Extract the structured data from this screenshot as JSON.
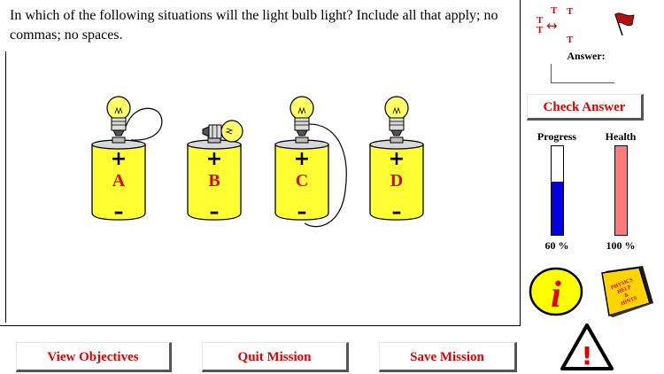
{
  "question": {
    "text": "In which of the following situations will the light bulb light?  Include all that apply; no commas; no spaces."
  },
  "batteries": [
    {
      "label": "A",
      "plus": "+",
      "minus": "–"
    },
    {
      "label": "B",
      "plus": "+",
      "minus": "–"
    },
    {
      "label": "C",
      "plus": "+",
      "minus": "–"
    },
    {
      "label": "D",
      "plus": "+",
      "minus": "–"
    }
  ],
  "answer": {
    "label": "Answer:",
    "value": "",
    "check_label": "Check Answer"
  },
  "meters": {
    "progress": {
      "title": "Progress",
      "value_text": "60 %",
      "fraction": 0.6
    },
    "health": {
      "title": "Health",
      "value_text": "100 %",
      "fraction": 1.0
    }
  },
  "swap_icon": {
    "glyph": "T",
    "arrow": "↔"
  },
  "help_book": {
    "text": [
      "PHYSICS",
      "HELP",
      "&",
      "HINTS"
    ]
  },
  "info_icon": {
    "glyph": "i"
  },
  "warning_icon": {
    "glyph": "!"
  },
  "bottom_buttons": {
    "view_objectives": "View Objectives",
    "quit_mission": "Quit Mission",
    "save_mission": "Save Mission"
  },
  "colors": {
    "accent_red": "#e00000",
    "battery_yellow": "#ffff33",
    "bulb_yellow": "#ffff66",
    "progress_blue": "#0000e0",
    "health_pink": "#ff7a7a"
  },
  "icons": [
    "swap-arrows-icon",
    "red-flag-icon",
    "info-icon",
    "physics-help-book-icon",
    "warning-triangle-icon"
  ]
}
